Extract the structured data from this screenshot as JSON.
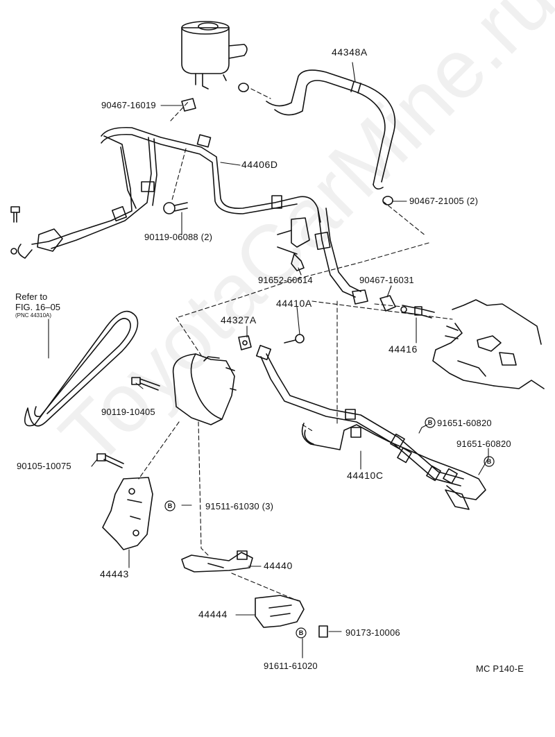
{
  "diagram": {
    "watermark": "ToyotaCarMine.ru",
    "page_code": "MC P140-E",
    "refer": {
      "line1": "Refer to",
      "line2": "FIG. 16–05",
      "line3": "(PNC 44310A)"
    },
    "badge_letter": "B",
    "parts": {
      "p44348A": "44348A",
      "p90467_16019": "90467-16019",
      "p44406D": "44406D",
      "p90467_21005": "90467-21005  (2)",
      "p90119_06088": "90119-06088 (2)",
      "p91652_60614": "91652-60614",
      "p90467_16031": "90467-16031",
      "p44410A": "44410A",
      "p44327A": "44327A",
      "p44416": "44416",
      "p90119_10405": "90119-10405",
      "p91651_60820a": "91651-60820",
      "p91651_60820b": "91651-60820",
      "p90105_10075": "90105-10075",
      "p91511_61030": "91511-61030 (3)",
      "p44410C": "44410C",
      "p44443": "44443",
      "p44440": "44440",
      "p44444": "44444",
      "p90173_10006": "90173-10006",
      "p91611_61020": "91611-61020"
    }
  }
}
